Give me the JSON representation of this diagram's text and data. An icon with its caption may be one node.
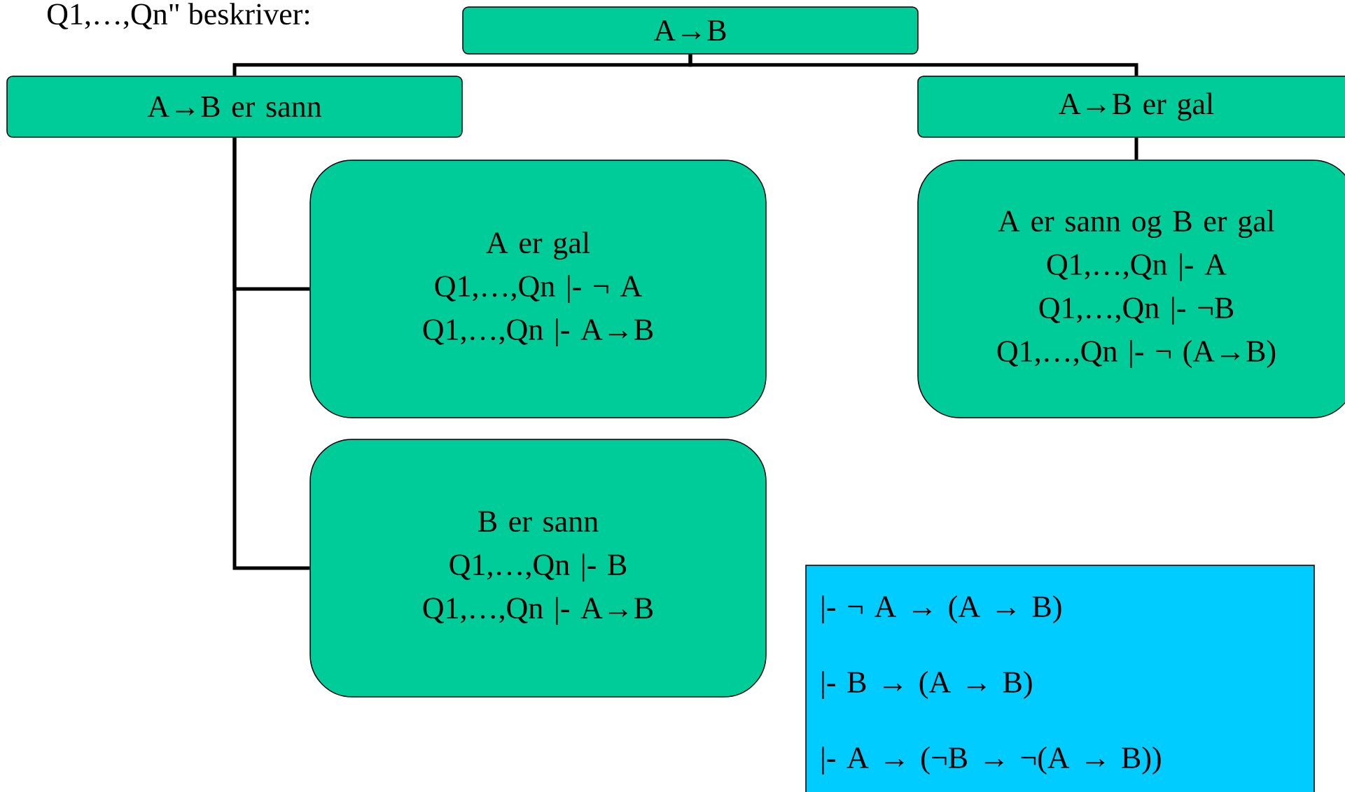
{
  "diagram": {
    "nodes": [
      {
        "text": [
          "A→B"
        ]
      },
      {
        "text": [
          "A→B er sann"
        ]
      },
      {
        "text": [
          "A→B er gal"
        ]
      },
      {
        "text": [
          "A er gal",
          "Q1,…,Qn |- ¬ A",
          "Q1,…,Qn |- A→B"
        ]
      },
      {
        "text": [
          "B er sann",
          "Q1,…,Qn |- B",
          "Q1,…,Qn |- A→B"
        ]
      },
      {
        "text": [
          "A er sann og B er gal",
          "Q1,…,Qn |- A",
          "Q1,…,Qn |- ¬B",
          "Q1,…,Qn |- ¬ (A→B)"
        ]
      },
      {
        "text": [
          "|- ¬ A → (A → B)",
          "|- B → (A → B)",
          "|- A → (¬B → ¬(A → B))"
        ]
      }
    ],
    "edges": [
      {
        "from": 0,
        "to": 1,
        "arrow": "none"
      },
      {
        "from": 0,
        "to": 2,
        "arrow": "none"
      },
      {
        "from": 1,
        "to": 3,
        "arrow": "none"
      },
      {
        "from": 1,
        "to": 4,
        "arrow": "none"
      },
      {
        "from": 2,
        "to": 5,
        "arrow": "none"
      }
    ],
    "labels": [
      "Q1,…,Qn\" beskriver:"
    ]
  }
}
